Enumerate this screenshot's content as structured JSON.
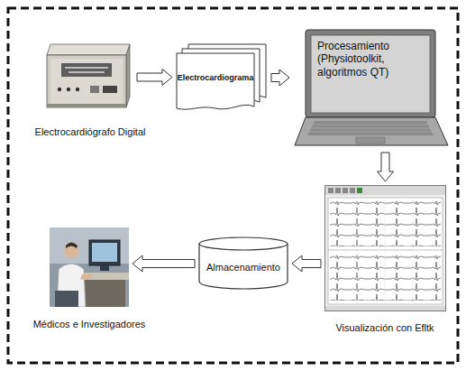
{
  "diagram": {
    "nodes": [
      {
        "text": [
          "Electrocardiógrafo Digital"
        ]
      },
      {
        "text": [
          "Electrocardiograma"
        ]
      },
      {
        "text": [
          "Procesamiento (Physiotoolkit, algoritmos QT)"
        ]
      },
      {
        "text": [
          "Visualización con Efltk"
        ]
      },
      {
        "text": [
          "Almacenamiento"
        ]
      },
      {
        "text": [
          "Médicos e Investigadores"
        ]
      }
    ],
    "edges": [
      {
        "from": 0,
        "to": 1,
        "arrow": "to"
      },
      {
        "from": 1,
        "to": 2,
        "arrow": "to"
      },
      {
        "from": 2,
        "to": 3,
        "arrow": "to"
      },
      {
        "from": 3,
        "to": 4,
        "arrow": "to"
      },
      {
        "from": 4,
        "to": 5,
        "arrow": "to"
      }
    ]
  }
}
